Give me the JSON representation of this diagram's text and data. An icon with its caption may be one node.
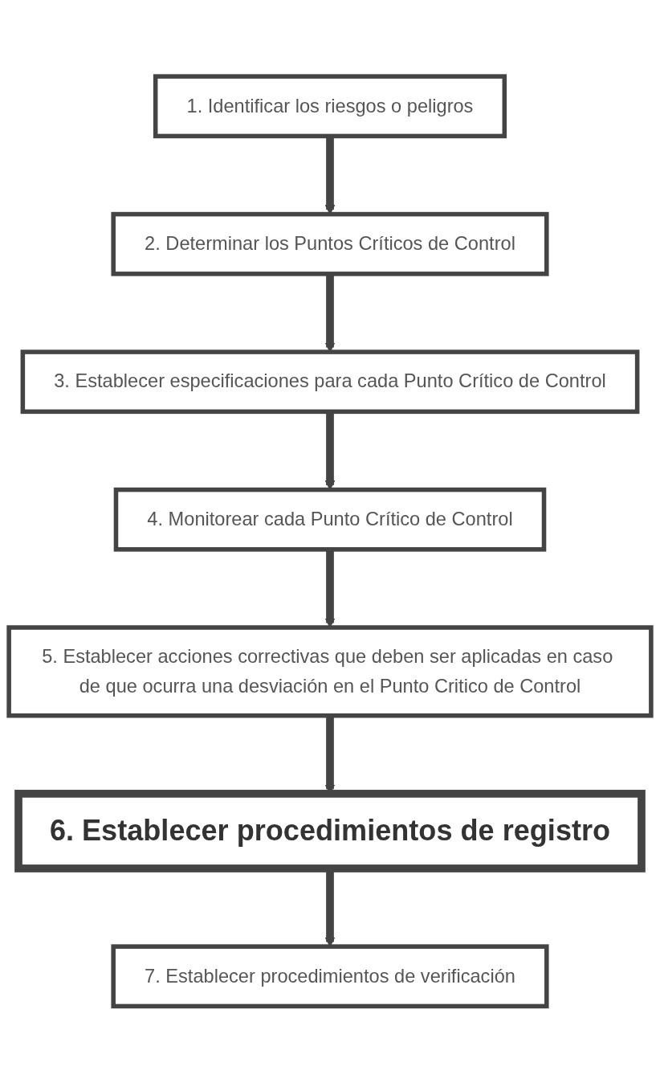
{
  "diagram": {
    "nodes": [
      {
        "text": [
          "1. Identificar los riesgos o peligros"
        ]
      },
      {
        "text": [
          "2. Determinar los Puntos Críticos de Control"
        ]
      },
      {
        "text": [
          "3. Establecer especificaciones para cada Punto Crítico de Control"
        ]
      },
      {
        "text": [
          "4. Monitorear cada Punto Crítico de Control"
        ]
      },
      {
        "text": [
          "5. Establecer acciones correctivas que deben ser aplicadas en caso de que ocurra una desviación en el Punto Critico de Control"
        ]
      },
      {
        "text": [
          "6. Establecer procedimientos de registro"
        ]
      },
      {
        "text": [
          "7. Establecer procedimientos de verificación"
        ]
      }
    ],
    "edges": [
      {
        "from": 0,
        "to": 1,
        "arrow": "to"
      },
      {
        "from": 1,
        "to": 2,
        "arrow": "to"
      },
      {
        "from": 2,
        "to": 3,
        "arrow": "to"
      },
      {
        "from": 3,
        "to": 4,
        "arrow": "to"
      },
      {
        "from": 4,
        "to": 5,
        "arrow": "to"
      },
      {
        "from": 5,
        "to": 6,
        "arrow": "to"
      }
    ]
  }
}
